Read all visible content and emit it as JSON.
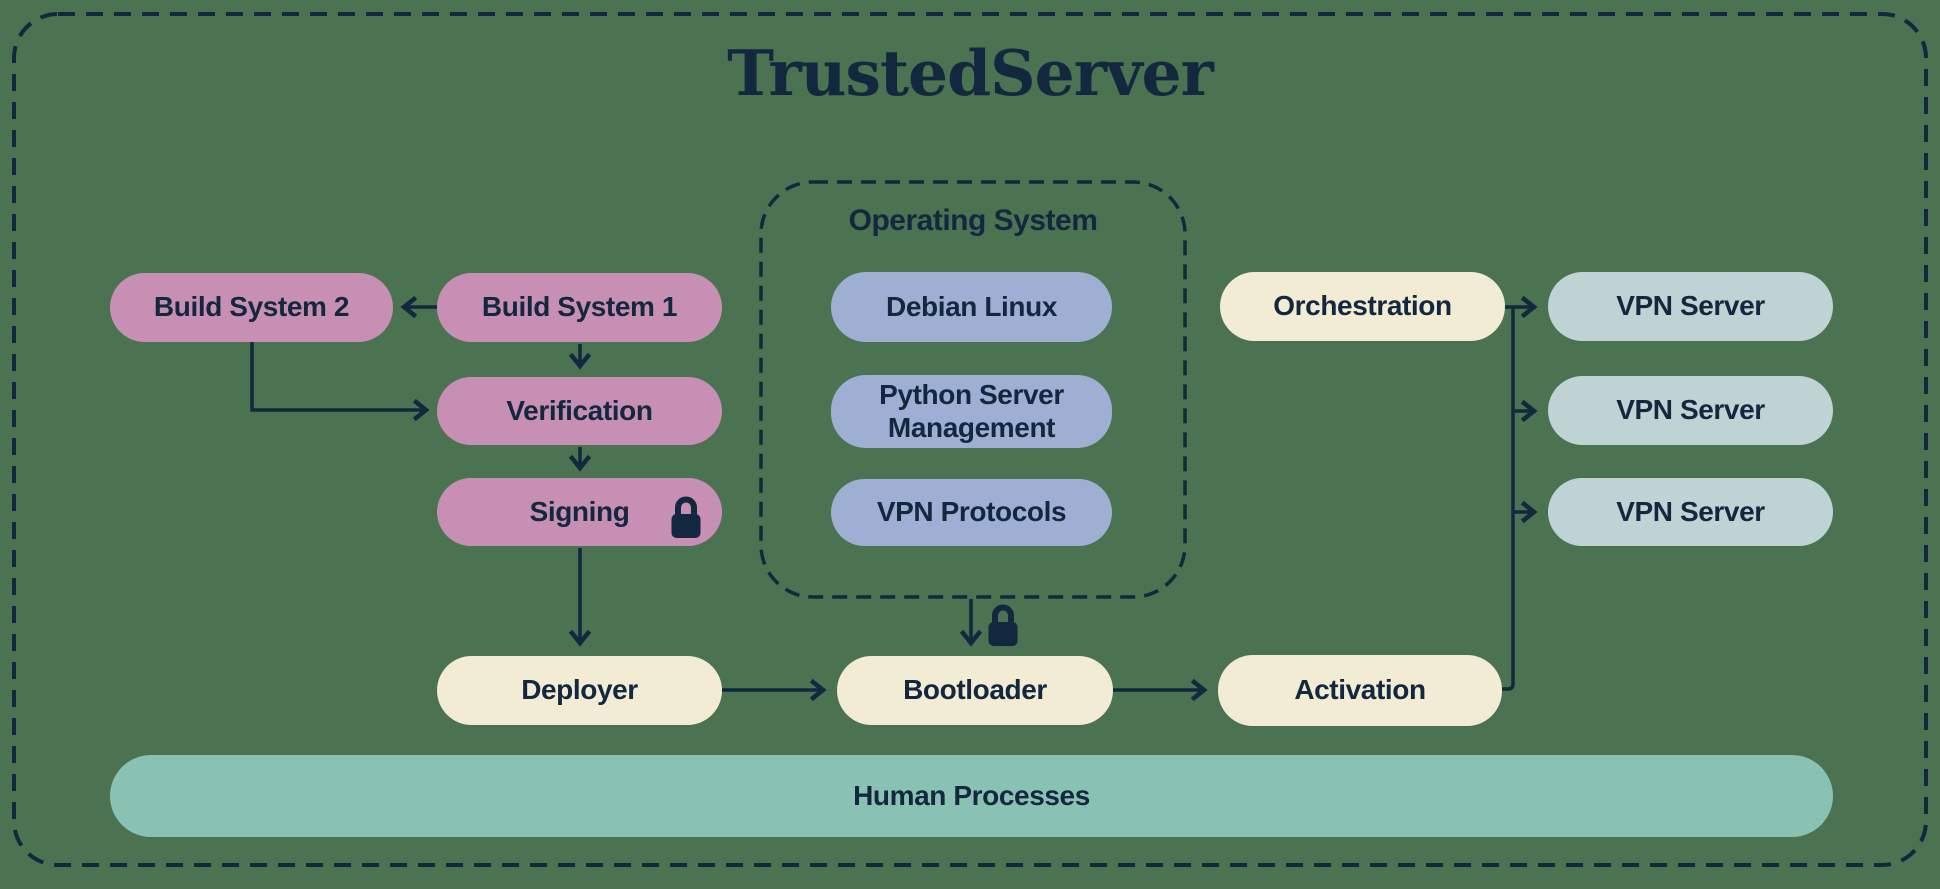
{
  "title": "TrustedServer",
  "colors": {
    "background": "#4B7251",
    "navy": "#13283E",
    "pink": "#C78FB4",
    "blue": "#9FAFD4",
    "cream": "#F2ECD4",
    "vpn": "#BFD3D5",
    "teal": "#89C2B2"
  },
  "groups": {
    "operating_system": {
      "label": "Operating System"
    }
  },
  "nodes": {
    "build_system_2": {
      "label": "Build System 2"
    },
    "build_system_1": {
      "label": "Build System 1"
    },
    "verification": {
      "label": "Verification"
    },
    "signing": {
      "label": "Signing",
      "icon": "lock-icon"
    },
    "debian_linux": {
      "label": "Debian Linux"
    },
    "python_server_management": {
      "label": "Python Server Management"
    },
    "vpn_protocols": {
      "label": "VPN Protocols"
    },
    "orchestration": {
      "label": "Orchestration"
    },
    "deployer": {
      "label": "Deployer"
    },
    "bootloader": {
      "label": "Bootloader",
      "icon": "lock-icon"
    },
    "activation": {
      "label": "Activation"
    },
    "vpn_server_1": {
      "label": "VPN Server"
    },
    "vpn_server_2": {
      "label": "VPN Server"
    },
    "vpn_server_3": {
      "label": "VPN Server"
    },
    "human_processes": {
      "label": "Human Processes"
    }
  }
}
